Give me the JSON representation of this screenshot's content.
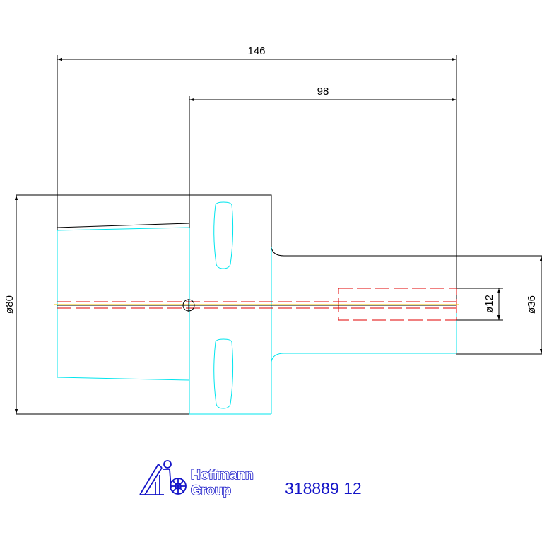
{
  "dimensions": {
    "overall_length": "146",
    "shank_length": "98",
    "body_diameter": "ø80",
    "shank_diameter": "ø36",
    "bore_diameter": "ø12"
  },
  "logo": {
    "line1": "Hoffmann",
    "line2": "Group"
  },
  "part_number": "318889 12",
  "colors": {
    "outline": "#000000",
    "surface": "#00e5ee",
    "hidden": "#e00000",
    "centerline": "#f0c000",
    "brand": "#1414c8"
  }
}
